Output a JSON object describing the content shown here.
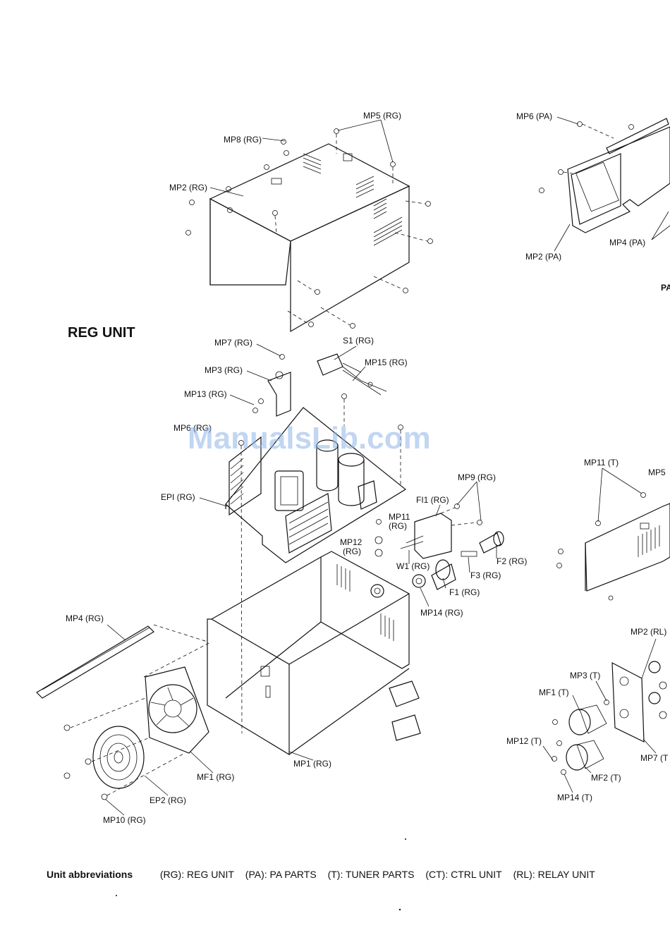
{
  "title": "REG UNIT",
  "watermark": "ManualsLib.com",
  "labels": {
    "mp5_rg": "MP5 (RG)",
    "mp8_rg": "MP8 (RG)",
    "mp2_rg": "MP2 (RG)",
    "mp7_rg": "MP7 (RG)",
    "s1_rg": "S1 (RG)",
    "mp3_rg": "MP3 (RG)",
    "mp15_rg": "MP15 (RG)",
    "mp13_rg": "MP13 (RG)",
    "mp6_rg": "MP6 (RG)",
    "ep1_rg": "EPI (RG)",
    "mp9_rg": "MP9 (RG)",
    "fi1_rg": "FI1 (RG)",
    "mp11_rg_a": "MP11",
    "mp11_rg_b": "(RG)",
    "mp12_rg_a": "MP12",
    "mp12_rg_b": "(RG)",
    "w1_rg": "W1 (RG)",
    "f2_rg": "F2 (RG)",
    "f3_rg": "F3 (RG)",
    "f1_rg": "F1 (RG)",
    "mp14_rg": "MP14 (RG)",
    "mp4_rg": "MP4 (RG)",
    "mp1_rg": "MP1 (RG)",
    "mf1_rg": "MF1 (RG)",
    "ep2_rg": "EP2 (RG)",
    "mp10_rg": "MP10 (RG)",
    "mp6_pa": "MP6 (PA)",
    "mp2_pa": "MP2 (PA)",
    "mp4_pa": "MP4 (PA)",
    "pa_partial": "PA",
    "mp11_t": "MP11 (T)",
    "mp5_partial": "MP5",
    "mp2_rl": "MP2 (RL)",
    "mp3_t": "MP3 (T)",
    "mf1_t": "MF1 (T)",
    "mp12_t": "MP12 (T)",
    "mp7_t": "MP7 (T",
    "mf2_t": "MF2 (T)",
    "mp14_t": "MP14 (T)"
  },
  "footer": {
    "heading": "Unit abbreviations",
    "items": [
      "(RG): REG UNIT",
      "(PA): PA PARTS",
      "(T): TUNER PARTS",
      "(CT): CTRL UNIT",
      "(RL): RELAY UNIT"
    ]
  }
}
